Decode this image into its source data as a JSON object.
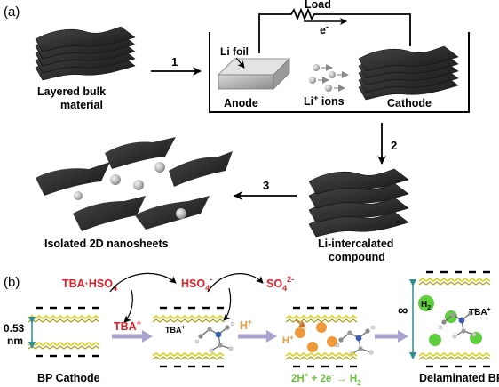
{
  "panel_a": {
    "label": "(a)",
    "bulk_label_1": "Layered bulk",
    "bulk_label_2": "material",
    "load_label": "Load",
    "electron_label": "e",
    "electron_sup": "-",
    "li_foil_label": "Li foil",
    "anode_label": "Anode",
    "li_ions_label": "Li",
    "li_ions_sup": "+",
    "li_ions_suffix": " ions",
    "cathode_label": "Cathode",
    "step_1": "1",
    "step_2": "2",
    "step_3": "3",
    "nanosheets_label": "Isolated 2D nanosheets",
    "intercalated_label_1": "Li-intercalated",
    "intercalated_label_2": "compound"
  },
  "panel_b": {
    "label": "(b)",
    "reagent_main": "TBA·HSO",
    "reagent_sub": "4",
    "hso4_main": "HSO",
    "hso4_sub": "4",
    "hso4_sup": "-",
    "so4_main": "SO",
    "so4_sub": "4",
    "so4_sup": "2-",
    "tba_plus_main": "TBA",
    "tba_plus_sup": "+",
    "tba_small_main": "TBA",
    "tba_small_sup": "+",
    "h_plus_main": "H",
    "h_plus_sup": "+",
    "h_plus_2_main": "H",
    "h_plus_2_sup": "+",
    "spacing_1": "0.53",
    "spacing_2": "nm",
    "h2_main": "H",
    "h2_sub": "2",
    "tba_right_main": "TBA",
    "tba_right_sup": "+",
    "infinity": "∞",
    "bp_cathode_label": "BP Cathode",
    "reaction_a": "2H",
    "reaction_a_sup": "+",
    "reaction_b": " + 2e",
    "reaction_b_sup": "-",
    "reaction_arrow": " → H",
    "reaction_sub": "2",
    "delaminated_label": "Delaminated BP"
  },
  "colors": {
    "red_text": "#e0202a",
    "orange": "#ef9a3a",
    "green": "#5fcf3e",
    "green_text": "#66c23a",
    "yellow_layer": "#d8cf1e",
    "teal": "#2f8d93",
    "lavender": "#a9a3cf",
    "sheet_dark": "#262626"
  }
}
